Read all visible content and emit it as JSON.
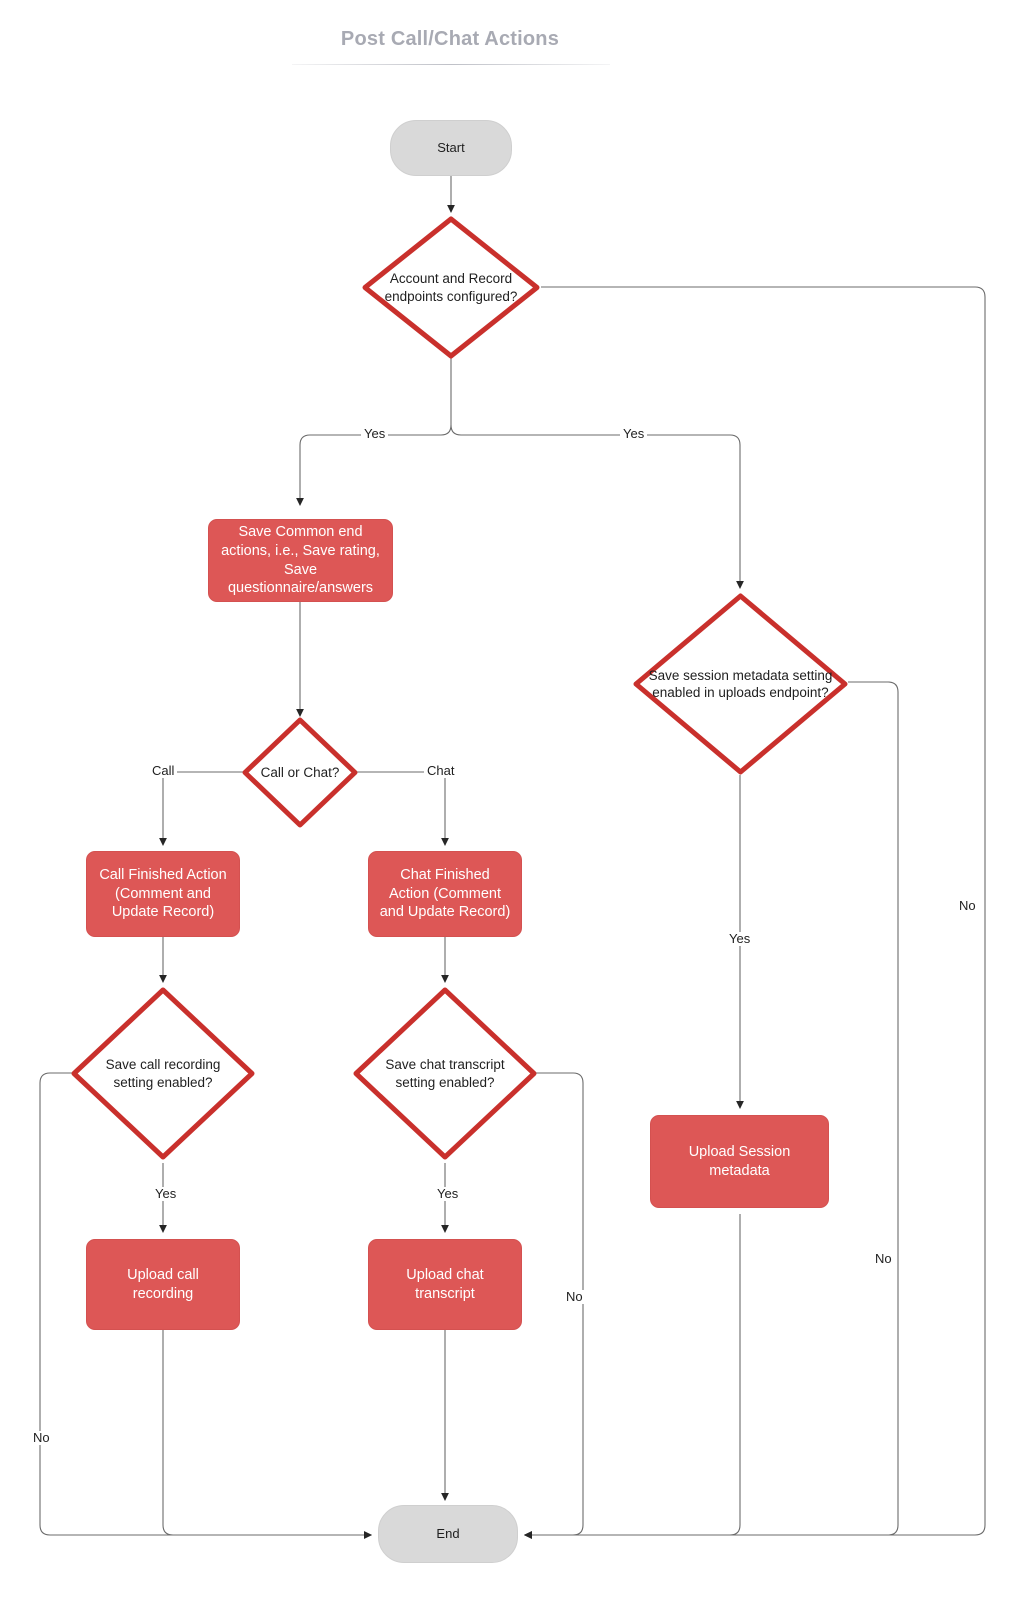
{
  "diagram": {
    "title": "Post Call/Chat Actions",
    "colors": {
      "process_fill": "#dd5756",
      "process_text": "#ffffff",
      "decision_stroke": "#c9302c",
      "terminator_fill": "#d9d9d9",
      "edge_stroke": "#6b6b6b",
      "title_color": "#a8aab3",
      "background": "#ffffff"
    },
    "nodes": [
      {
        "id": "start",
        "type": "terminator",
        "label": "Start"
      },
      {
        "id": "acct_rec",
        "type": "decision",
        "label": "Account and Record\nendpoints configured?"
      },
      {
        "id": "save_common",
        "type": "process",
        "label": "Save Common end actions, i.e., Save rating, Save questionnaire/answers"
      },
      {
        "id": "call_or_chat",
        "type": "decision",
        "label": "Call or Chat?"
      },
      {
        "id": "call_finished",
        "type": "process",
        "label": "Call Finished Action (Comment and Update Record)"
      },
      {
        "id": "chat_finished",
        "type": "process",
        "label": "Chat Finished Action (Comment and Update Record)"
      },
      {
        "id": "save_call_rec",
        "type": "decision",
        "label": "Save call recording\nsetting enabled?"
      },
      {
        "id": "save_chat_trans",
        "type": "decision",
        "label": "Save chat transcript\nsetting enabled?"
      },
      {
        "id": "upload_call_rec",
        "type": "process",
        "label": "Upload call recording"
      },
      {
        "id": "upload_chat_trans",
        "type": "process",
        "label": "Upload chat transcript"
      },
      {
        "id": "save_session_meta",
        "type": "decision",
        "label": "Save session metadata setting\nenabled in uploads endpoint?"
      },
      {
        "id": "upload_session",
        "type": "process",
        "label": "Upload Session metadata"
      },
      {
        "id": "end",
        "type": "terminator",
        "label": "End"
      }
    ],
    "edge_labels": {
      "acct_yes_left": "Yes",
      "acct_yes_right": "Yes",
      "acct_no": "No",
      "branch_call": "Call",
      "branch_chat": "Chat",
      "call_rec_yes": "Yes",
      "call_rec_no": "No",
      "chat_trans_yes": "Yes",
      "chat_trans_no": "No",
      "session_yes": "Yes",
      "session_no": "No"
    }
  }
}
